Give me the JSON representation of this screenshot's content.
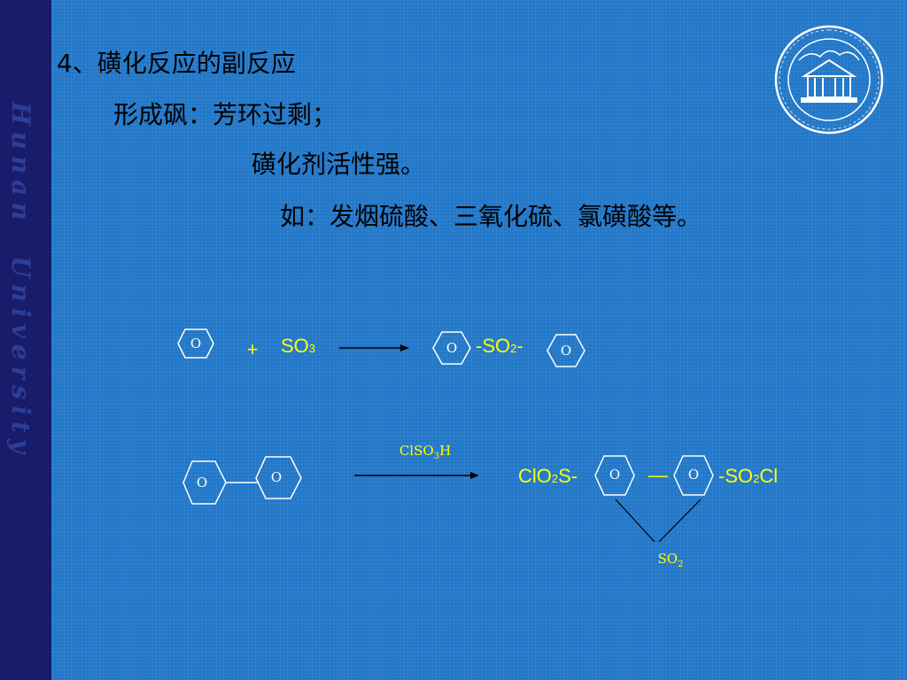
{
  "slide": {
    "sidebar_text": "Hunan  University",
    "title": "4、磺化反应的副反应",
    "line1": "形成砜：芳环过剩；",
    "line2": "磺化剂活性强。",
    "line3": "如：发烟硫酸、三氧化硫、氯磺酸等。"
  },
  "reaction1": {
    "ring_label": "O",
    "plus": "+",
    "reagent": "SO",
    "reagent_sub": "3",
    "product_link": "-SO",
    "product_link_sub": "2",
    "product_link_end": "-"
  },
  "reaction2": {
    "ring_label": "O",
    "reagent": "ClSO",
    "reagent_sub": "3",
    "reagent_end": "H",
    "left_group": "ClO",
    "left_group_sub": "2",
    "left_group_end": "S-",
    "bond": "—",
    "right_group": "-SO",
    "right_group_sub": "2",
    "right_group_end": "Cl",
    "bridge": "SO",
    "bridge_sub": "2"
  },
  "colors": {
    "background": "#2277c8",
    "sidebar": "#181c6a",
    "text": "#000000",
    "formula": "#ffff00",
    "structure": "#ffffff"
  },
  "icons": {
    "logo": "university-seal-icon"
  }
}
